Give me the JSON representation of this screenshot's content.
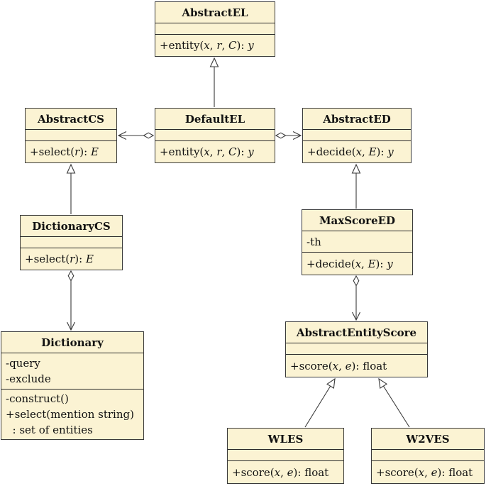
{
  "diagram": {
    "kind": "uml-class-diagram"
  },
  "colors": {
    "class_fill": "#FBF3D3",
    "class_border": "#3A3A3A",
    "edge": "#3A3A3A",
    "background": "#FFFFFF"
  },
  "classes": [
    {
      "name": "AbstractEL",
      "attributes": [],
      "methods": [
        "+entity(x, r, C): y"
      ]
    },
    {
      "name": "DefaultEL",
      "attributes": [],
      "methods": [
        "+entity(x, r, C): y"
      ]
    },
    {
      "name": "AbstractCS",
      "attributes": [],
      "methods": [
        "+select(r): E"
      ]
    },
    {
      "name": "AbstractED",
      "attributes": [],
      "methods": [
        "+decide(x, E): y"
      ]
    },
    {
      "name": "DictionaryCS",
      "attributes": [],
      "methods": [
        "+select(r): E"
      ]
    },
    {
      "name": "MaxScoreED",
      "attributes": [
        "-th"
      ],
      "methods": [
        "+decide(x, E): y"
      ]
    },
    {
      "name": "Dictionary",
      "attributes": [
        "-query",
        "-exclude"
      ],
      "methods": [
        "-construct()",
        "+select(mention string)",
        "  : set of entities"
      ]
    },
    {
      "name": "AbstractEntityScore",
      "attributes": [],
      "methods": [
        "+score(x, e): float"
      ]
    },
    {
      "name": "WLES",
      "attributes": [],
      "methods": [
        "+score(x, e): float"
      ]
    },
    {
      "name": "W2VES",
      "attributes": [],
      "methods": [
        "+score(x, e): float"
      ]
    }
  ],
  "relationships": [
    {
      "from": "DefaultEL",
      "to": "AbstractEL",
      "type": "generalization"
    },
    {
      "from": "DictionaryCS",
      "to": "AbstractCS",
      "type": "generalization"
    },
    {
      "from": "MaxScoreED",
      "to": "AbstractED",
      "type": "generalization"
    },
    {
      "from": "WLES",
      "to": "AbstractEntityScore",
      "type": "generalization"
    },
    {
      "from": "W2VES",
      "to": "AbstractEntityScore",
      "type": "generalization"
    },
    {
      "from": "DefaultEL",
      "to": "AbstractCS",
      "type": "aggregation"
    },
    {
      "from": "DefaultEL",
      "to": "AbstractED",
      "type": "aggregation"
    },
    {
      "from": "DictionaryCS",
      "to": "Dictionary",
      "type": "aggregation"
    },
    {
      "from": "MaxScoreED",
      "to": "AbstractEntityScore",
      "type": "aggregation"
    }
  ]
}
